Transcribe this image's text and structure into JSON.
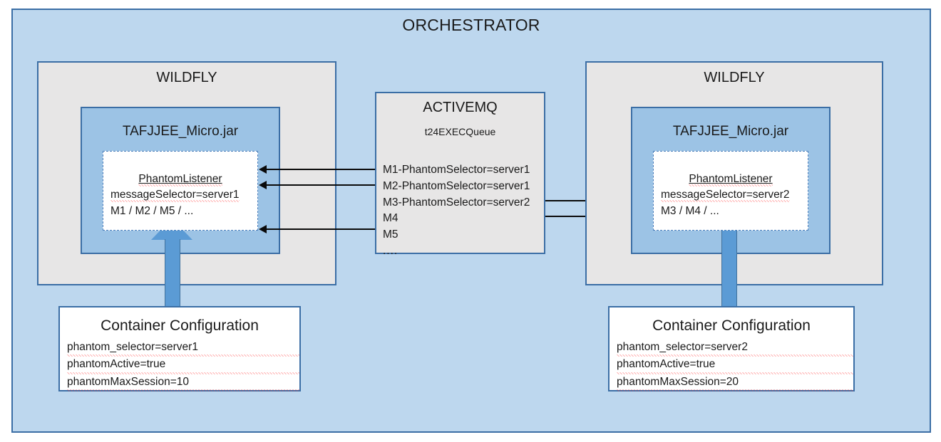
{
  "diagram": {
    "title": "ORCHESTRATOR",
    "colors": {
      "orchestrator_bg": "#bdd7ee",
      "frame_border": "#3b6ea5",
      "wildfly_bg": "#e7e6e6",
      "tafj_bg": "#9cc3e5",
      "listener_bg": "#ffffff",
      "block_arrow": "#5b9bd5",
      "block_arrow_border": "#41719c",
      "connector": "#0a0a0a",
      "spellcheck_underline": "#ff2020"
    }
  },
  "nodes": {
    "wildfly_left": {
      "title": "WILDFLY",
      "tafj": {
        "title": "TAFJJEE_Micro.jar",
        "listener": {
          "title": "PhantomListener",
          "selector": "messageSelector=server1",
          "messages": "M1 / M2 / M5 / ..."
        }
      },
      "config": {
        "title": "Container Configuration",
        "settings": [
          "phantom_selector=server1",
          "phantomActive=true",
          "phantomMaxSession=10"
        ]
      }
    },
    "wildfly_right": {
      "title": "WILDFLY",
      "tafj": {
        "title": "TAFJJEE_Micro.jar",
        "listener": {
          "title": "PhantomListener",
          "selector": "messageSelector=server2",
          "messages": "M3 / M4 / ..."
        }
      },
      "config": {
        "title": "Container Configuration",
        "settings": [
          "phantom_selector=server2",
          "phantomActive=true",
          "phantomMaxSession=20"
        ]
      }
    },
    "activemq": {
      "title": "ACTIVEMQ",
      "queue": "t24EXECQueue",
      "messages": [
        "M1-PhantomSelector=server1",
        "M2-PhantomSelector=server1",
        "M3-PhantomSelector=server2",
        "M4",
        "M5"
      ],
      "ellipsis": "...."
    }
  }
}
